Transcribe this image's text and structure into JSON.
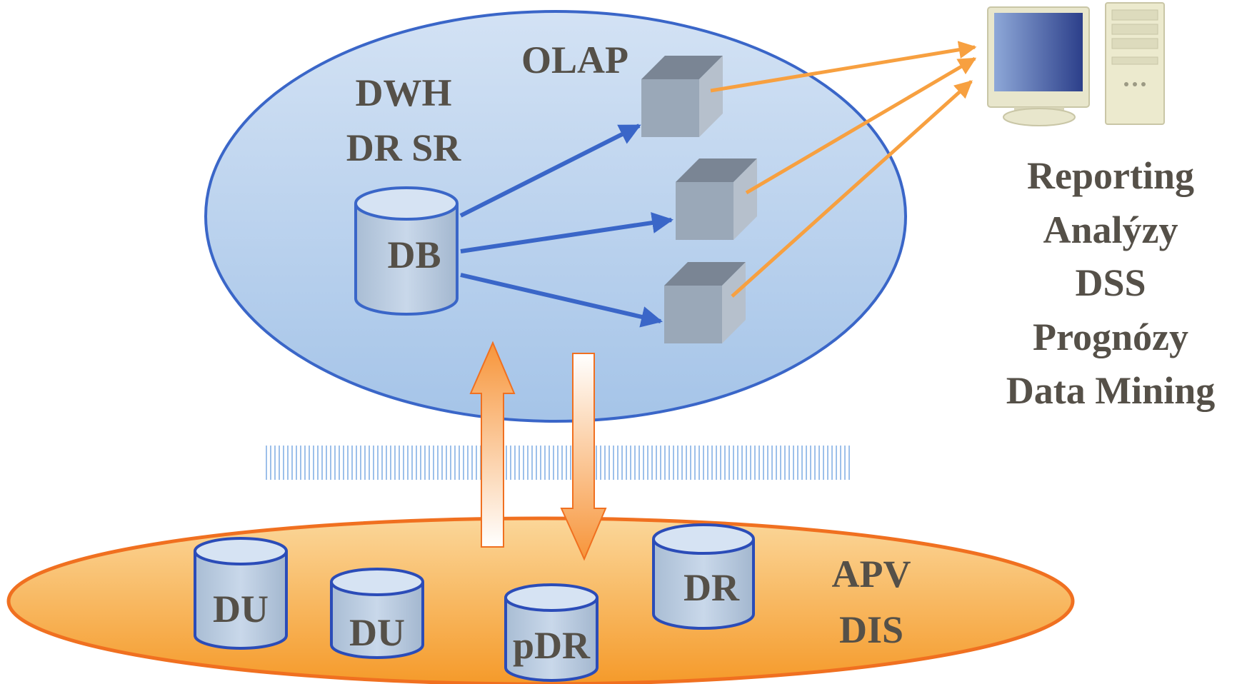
{
  "dwh": {
    "title_line1": "DWH",
    "title_line2": "DR SR",
    "db_label": "DB",
    "olap_label": "OLAP"
  },
  "uses": {
    "lines": [
      "Reporting",
      "Analýzy",
      "DSS",
      "Prognózy",
      "Data Mining"
    ]
  },
  "sources": {
    "db_labels": [
      "DU",
      "DU",
      "pDR",
      "DR"
    ],
    "apv_line1": "APV",
    "apv_line2": "DIS"
  },
  "colors": {
    "dwh_fill": "#c8dbf1",
    "dwh_stroke": "#3a66c8",
    "source_fill": "#f7b85e",
    "source_stroke": "#f07020",
    "db_arrow": "#3a66c8",
    "olap_arrow": "#f7a040",
    "text": "#555048"
  }
}
